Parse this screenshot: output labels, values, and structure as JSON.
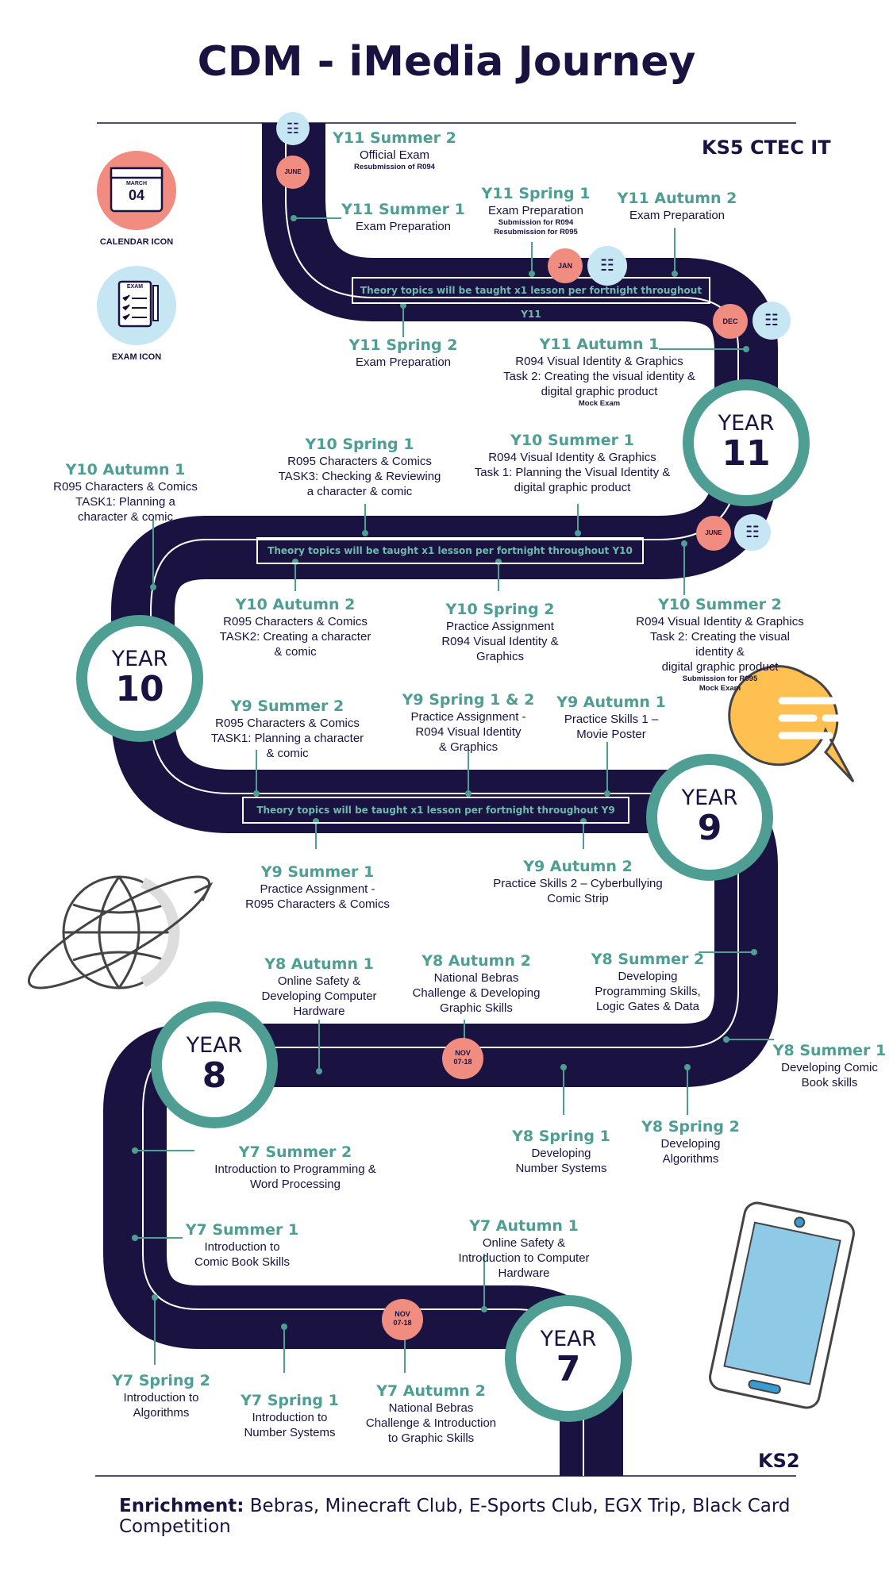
{
  "title": "CDM - iMedia Journey",
  "ks5_label": "KS5 CTEC IT",
  "ks2_label": "KS2",
  "legend": {
    "calendar_caption": "CALENDAR ICON",
    "calendar_month": "MARCH",
    "calendar_day": "04",
    "exam_caption": "EXAM ICON",
    "exam_text": "EXAM"
  },
  "years": {
    "y11": {
      "label": "YEAR",
      "number": "11"
    },
    "y10": {
      "label": "YEAR",
      "number": "10"
    },
    "y9": {
      "label": "YEAR",
      "number": "9"
    },
    "y8": {
      "label": "YEAR",
      "number": "8"
    },
    "y7": {
      "label": "YEAR",
      "number": "7"
    }
  },
  "banners": {
    "y11": "Theory topics will be taught x1 lesson per fortnight throughout Y11",
    "y10": "Theory topics will be taught x1 lesson per fortnight throughout Y10",
    "y9": "Theory topics will be taught x1 lesson per fortnight throughout Y9"
  },
  "pins": {
    "june": "JUNE",
    "jan": "JAN",
    "dec": "DEC",
    "nov_top": "NOV",
    "nov_bottom": "07-18"
  },
  "milestones": {
    "y11_summer2": {
      "head": "Y11 Summer 2",
      "line1": "Official  Exam",
      "small": "Resubmission  of R094"
    },
    "y11_summer1": {
      "head": "Y11 Summer 1",
      "line1": "Exam Preparation"
    },
    "y11_spring1": {
      "head": "Y11 Spring 1",
      "line1": "Exam Preparation",
      "small1": "Submission for R094",
      "small2": "Resubmission  for R095"
    },
    "y11_autumn2": {
      "head": "Y11 Autumn 2",
      "line1": "Exam Preparation"
    },
    "y11_spring2": {
      "head": "Y11 Spring 2",
      "line1": "Exam Preparation"
    },
    "y11_autumn1": {
      "head": "Y11 Autumn 1",
      "line1": "R094 Visual Identity & Graphics",
      "line2": "Task 2: Creating the visual identity &",
      "line3": "digital graphic product",
      "small": "Mock Exam"
    },
    "y10_autumn1": {
      "head": "Y10 Autumn 1",
      "line1": "R095  Characters & Comics",
      "line2": "TASK1: Planning a",
      "line3": "character & comic"
    },
    "y10_spring1": {
      "head": "Y10 Spring 1",
      "line1": "R095 Characters & Comics",
      "line2": "TASK3: Checking & Reviewing",
      "line3": "a character & comic"
    },
    "y10_summer1": {
      "head": "Y10 Summer 1",
      "line1": "R094 Visual Identity & Graphics",
      "line2": "Task 1: Planning the Visual Identity &",
      "line3": "digital graphic product"
    },
    "y10_autumn2": {
      "head": "Y10 Autumn 2",
      "line1": "R095 Characters & Comics",
      "line2": "TASK2: Creating a character",
      "line3": "& comic"
    },
    "y10_spring2": {
      "head": "Y10 Spring 2",
      "line1": "Practice Assignment",
      "line2": "R094 Visual Identity &",
      "line3": "Graphics"
    },
    "y10_summer2": {
      "head": "Y10 Summer 2",
      "line1": "R094 Visual Identity & Graphics",
      "line2": "Task 2: Creating the visual identity &",
      "line3": "digital graphic product",
      "small1": "Submission for R095",
      "small2": "Mock Exam"
    },
    "y9_summer2": {
      "head": "Y9 Summer 2",
      "line1": "R095 Characters & Comics",
      "line2": "TASK1: Planning a character",
      "line3": "& comic"
    },
    "y9_spring12": {
      "head": "Y9 Spring 1 & 2",
      "line1": "Practice Assignment -",
      "line2": "R094 Visual Identity",
      "line3": "& Graphics"
    },
    "y9_autumn1": {
      "head": "Y9 Autumn 1",
      "line1": "Practice Skills 1 –",
      "line2": "Movie Poster"
    },
    "y9_summer1": {
      "head": "Y9 Summer 1",
      "line1": "Practice Assignment -",
      "line2": "R095 Characters & Comics"
    },
    "y9_autumn2": {
      "head": "Y9 Autumn 2",
      "line1": "Practice Skills 2 – Cyberbullying",
      "line2": "Comic Strip"
    },
    "y8_autumn1": {
      "head": "Y8 Autumn 1",
      "line1": "Online Safety &",
      "line2": "Developing Computer",
      "line3": "Hardware"
    },
    "y8_autumn2": {
      "head": "Y8 Autumn 2",
      "line1": "National Bebras",
      "line2": "Challenge & Developing",
      "line3": "Graphic Skills"
    },
    "y8_summer2": {
      "head": "Y8 Summer 2",
      "line1": "Developing",
      "line2": "Programming Skills,",
      "line3": "Logic Gates & Data"
    },
    "y8_summer1": {
      "head": "Y8 Summer 1",
      "line1": "Developing Comic",
      "line2": "Book skills"
    },
    "y8_spring1": {
      "head": "Y8 Spring 1",
      "line1": "Developing",
      "line2": "Number Systems"
    },
    "y8_spring2": {
      "head": "Y8 Spring 2",
      "line1": "Developing",
      "line2": "Algorithms"
    },
    "y7_summer2": {
      "head": "Y7 Summer 2",
      "line1": "Introduction to Programming &",
      "line2": "Word Processing"
    },
    "y7_summer1": {
      "head": "Y7 Summer 1",
      "line1": "Introduction to",
      "line2": "Comic Book Skills"
    },
    "y7_autumn1": {
      "head": "Y7 Autumn 1",
      "line1": "Online Safety &",
      "line2": "Introduction to Computer",
      "line3": "Hardware"
    },
    "y7_spring2": {
      "head": "Y7 Spring 2",
      "line1": "Introduction to",
      "line2": "Algorithms"
    },
    "y7_spring1": {
      "head": "Y7 Spring 1",
      "line1": "Introduction to",
      "line2": "Number Systems"
    },
    "y7_autumn2": {
      "head": "Y7 Autumn 2",
      "line1": "National Bebras",
      "line2": "Challenge & Introduction",
      "line3": "to Graphic Skills"
    }
  },
  "enrichment": {
    "label": "Enrichment:",
    "text": "Bebras, Minecraft Club, E-Sports Club, EGX Trip, Black Card Competition"
  },
  "colors": {
    "road": "#1a1240",
    "teal": "#4e9e93",
    "coral": "#f08c80",
    "lightblue": "#c7e6f4",
    "yellow": "#ffc052"
  }
}
